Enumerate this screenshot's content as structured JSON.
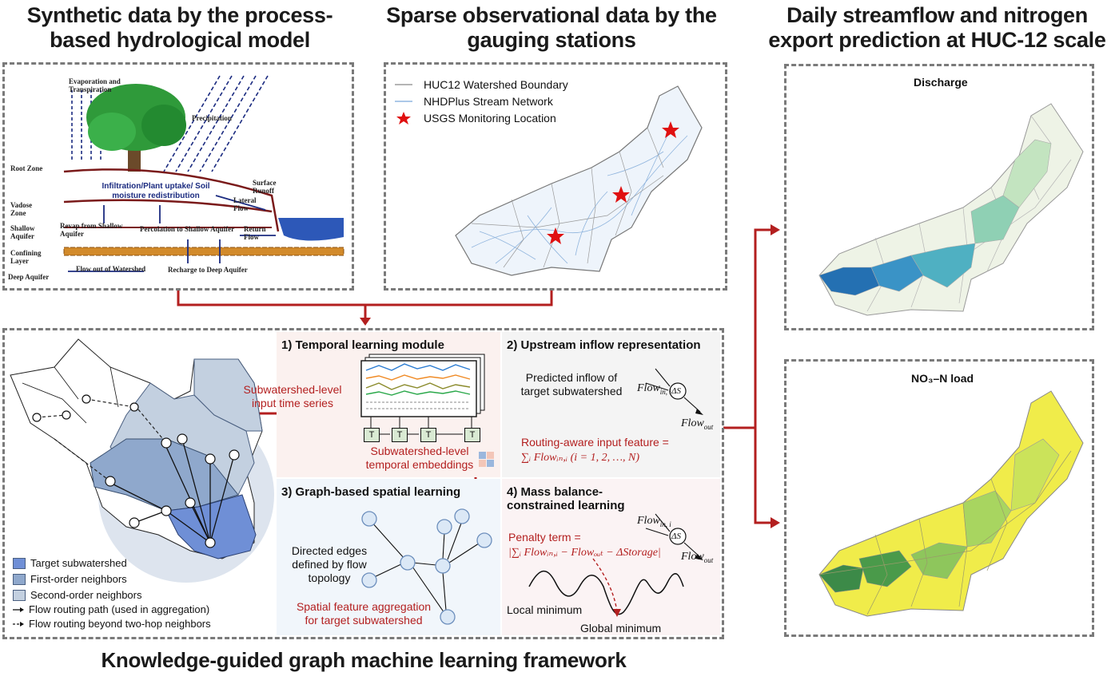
{
  "titles": {
    "synthetic": "Synthetic data by the process-based hydrological model",
    "sparse": "Sparse observational data by the gauging stations",
    "prediction": "Daily streamflow and nitrogen export prediction at HUC-12 scale",
    "framework": "Knowledge-guided graph machine learning framework"
  },
  "hydro_model": {
    "evaporation": "Evaporation and Transpiration",
    "precipitation": "Precipitation",
    "root_zone": "Root Zone",
    "infiltration": "Infiltration/Plant uptake/ Soil moisture redistribution",
    "surface_runoff": "Surface Runoff",
    "vadose_zone": "Vadose Zone",
    "lateral_flow": "Lateral Flow",
    "shallow_aquifer": "Shallow Aquifer",
    "revap": "Revap from Shallow Aquifer",
    "percolation": "Percolation to Shallow Aquifer",
    "return_flow": "Return Flow",
    "confining_layer": "Confining Layer",
    "flow_out": "Flow out of Watershed",
    "recharge": "Recharge to Deep Aquifer",
    "deep_aquifer": "Deep Aquifer"
  },
  "gauge_map": {
    "legend": [
      "HUC12 Watershed Boundary",
      "NHDPlus Stream Network",
      "USGS Monitoring Location"
    ]
  },
  "prediction_maps": {
    "discharge": "Discharge",
    "nitrate": "NO₃–N load"
  },
  "framework": {
    "legend": [
      "Target subwatershed",
      "First-order neighbors",
      "Second-order neighbors",
      "Flow routing path (used in aggregation)",
      "Flow routing beyond two-hop neighbors"
    ],
    "temporal": {
      "heading": "1) Temporal learning module",
      "input": "Subwatershed-level input time series",
      "embeddings": "Subwatershed-level temporal embeddings",
      "cell": "T"
    },
    "upstream": {
      "heading": "2) Upstream inflow representation",
      "predicted": "Predicted inflow of target subwatershed",
      "flow_in": "Flow",
      "flow_in_sub": "in, i",
      "delta_s": "ΔS",
      "flow_out": "Flow",
      "flow_out_sub": "out",
      "feature_line1": "Routing-aware input feature =",
      "feature_line2": "∑ᵢ Flowᵢₙ,ᵢ (i = 1, 2, …, N)"
    },
    "spatial": {
      "heading": "3) Graph-based spatial learning",
      "edges": "Directed edges defined by flow topology",
      "aggregation": "Spatial feature aggregation for target subwatershed"
    },
    "mass": {
      "heading": "4) Mass balance-constrained learning",
      "penalty_line1": "Penalty term =",
      "penalty_line2": "|∑ᵢ Flowᵢₙ,ᵢ − Flowₒᵤₜ − ΔStorage|",
      "local": "Local minimum",
      "global": "Global minimum"
    }
  },
  "colors": {
    "red": "#b31f1f",
    "target": "#6f8fd6",
    "first": "#8fa8cc",
    "second": "#c3d0e0",
    "dash": "#7a7a7a"
  }
}
